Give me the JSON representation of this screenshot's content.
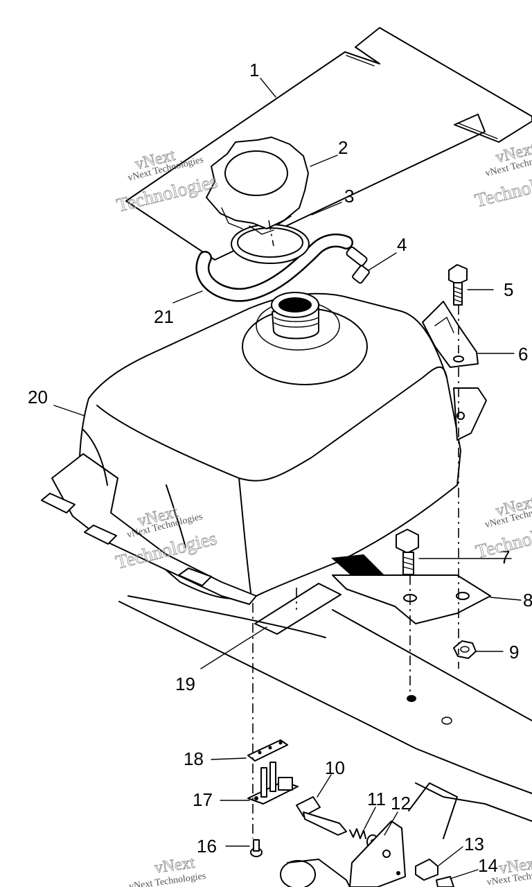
{
  "callouts": [
    "1",
    "2",
    "3",
    "4",
    "5",
    "6",
    "7",
    "8",
    "9",
    "10",
    "11",
    "12",
    "13",
    "14",
    "16",
    "17",
    "18",
    "19",
    "20",
    "21"
  ],
  "watermark": {
    "line1": "vNext Technologies",
    "outline_top": "vNext",
    "outline_bottom": "Technologies"
  }
}
